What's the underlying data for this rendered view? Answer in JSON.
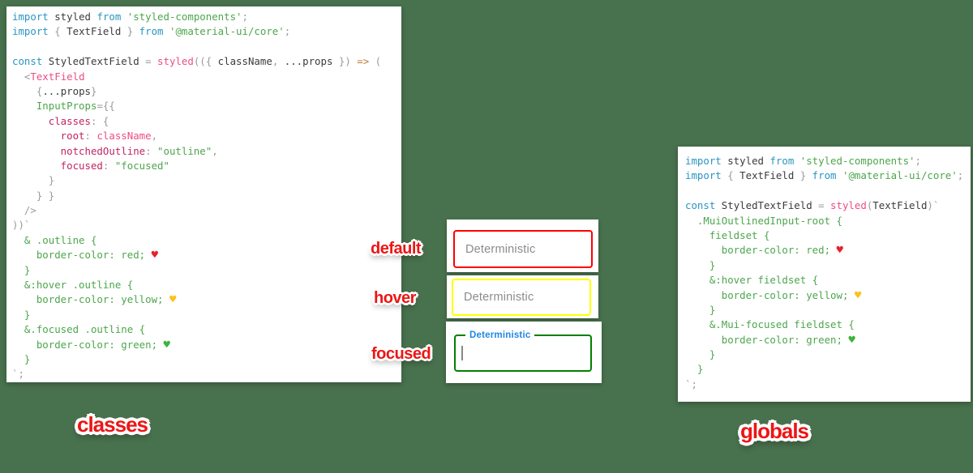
{
  "background_color": "#48714d",
  "panels": {
    "classes": {
      "caption": "classes",
      "lines": [
        [
          [
            "kw",
            "import"
          ],
          [
            "id",
            " styled"
          ],
          [
            "kw",
            " from"
          ],
          [
            "st",
            " 'styled-components'"
          ],
          [
            "pu",
            ";"
          ]
        ],
        [
          [
            "kw",
            "import"
          ],
          [
            "pu",
            " {"
          ],
          [
            "id",
            " TextField"
          ],
          [
            "pu",
            " }"
          ],
          [
            "kw",
            " from"
          ],
          [
            "st",
            " '@material-ui/core'"
          ],
          [
            "pu",
            ";"
          ]
        ],
        [],
        [
          [
            "kw",
            "const"
          ],
          [
            "id",
            " StyledTextField"
          ],
          [
            "pu",
            " ="
          ],
          [
            "fn",
            " styled"
          ],
          [
            "pu",
            "(({"
          ],
          [
            "id",
            " className"
          ],
          [
            "pu",
            ","
          ],
          [
            "id",
            " ...props"
          ],
          [
            "pu",
            " })"
          ],
          [
            "ar",
            " =>"
          ],
          [
            "pu",
            " ("
          ]
        ],
        [
          [
            "pu",
            "  <"
          ],
          [
            "fn",
            "TextField"
          ]
        ],
        [
          [
            "pu",
            "    {"
          ],
          [
            "id",
            "...props"
          ],
          [
            "pu",
            "}"
          ]
        ],
        [
          [
            "st",
            "    InputProps"
          ],
          [
            "pu",
            "={{"
          ]
        ],
        [
          [
            "pr",
            "      classes"
          ],
          [
            "pu",
            ": {"
          ]
        ],
        [
          [
            "pr",
            "        root"
          ],
          [
            "pu",
            ":"
          ],
          [
            "fn",
            " className"
          ],
          [
            "pu",
            ","
          ]
        ],
        [
          [
            "pr",
            "        notchedOutline"
          ],
          [
            "pu",
            ":"
          ],
          [
            "st",
            " \"outline\""
          ],
          [
            "pu",
            ","
          ]
        ],
        [
          [
            "pr",
            "        focused"
          ],
          [
            "pu",
            ":"
          ],
          [
            "st",
            " \"focused\""
          ]
        ],
        [
          [
            "pu",
            "      }"
          ]
        ],
        [
          [
            "pu",
            "    } }"
          ]
        ],
        [
          [
            "pu",
            "  />"
          ]
        ],
        [
          [
            "pu",
            "))`"
          ]
        ],
        [
          [
            "css",
            "  & .outline {"
          ]
        ],
        [
          [
            "css",
            "    border-color: red; "
          ],
          [
            "heart_red",
            "♥"
          ]
        ],
        [
          [
            "css",
            "  }"
          ]
        ],
        [
          [
            "css",
            "  &:hover .outline {"
          ]
        ],
        [
          [
            "css",
            "    border-color: yellow; "
          ],
          [
            "heart_yellow",
            "♥"
          ]
        ],
        [
          [
            "css",
            "  }"
          ]
        ],
        [
          [
            "css",
            "  &.focused .outline {"
          ]
        ],
        [
          [
            "css",
            "    border-color: green; "
          ],
          [
            "heart_green",
            "♥"
          ]
        ],
        [
          [
            "css",
            "  }"
          ]
        ],
        [
          [
            "pu",
            "`;"
          ]
        ]
      ]
    },
    "globals": {
      "caption": "globals",
      "lines": [
        [
          [
            "kw",
            "import"
          ],
          [
            "id",
            " styled"
          ],
          [
            "kw",
            " from"
          ],
          [
            "st",
            " 'styled-components'"
          ],
          [
            "pu",
            ";"
          ]
        ],
        [
          [
            "kw",
            "import"
          ],
          [
            "pu",
            " {"
          ],
          [
            "id",
            " TextField"
          ],
          [
            "pu",
            " }"
          ],
          [
            "kw",
            " from"
          ],
          [
            "st",
            " '@material-ui/core'"
          ],
          [
            "pu",
            ";"
          ]
        ],
        [],
        [
          [
            "kw",
            "const"
          ],
          [
            "id",
            " StyledTextField"
          ],
          [
            "pu",
            " ="
          ],
          [
            "fn",
            " styled"
          ],
          [
            "pu",
            "("
          ],
          [
            "id",
            "TextField"
          ],
          [
            "pu",
            ")`"
          ]
        ],
        [
          [
            "css",
            "  .MuiOutlinedInput-root {"
          ]
        ],
        [
          [
            "css",
            "    fieldset {"
          ]
        ],
        [
          [
            "css",
            "      border-color: red; "
          ],
          [
            "heart_red",
            "♥"
          ]
        ],
        [
          [
            "css",
            "    }"
          ]
        ],
        [
          [
            "css",
            "    &:hover fieldset {"
          ]
        ],
        [
          [
            "css",
            "      border-color: yellow; "
          ],
          [
            "heart_yellow",
            "♥"
          ]
        ],
        [
          [
            "css",
            "    }"
          ]
        ],
        [
          [
            "css",
            "    &.Mui-focused fieldset {"
          ]
        ],
        [
          [
            "css",
            "      border-color: green; "
          ],
          [
            "heart_green",
            "♥"
          ]
        ],
        [
          [
            "css",
            "    }"
          ]
        ],
        [
          [
            "css",
            "  }"
          ]
        ],
        [
          [
            "pu",
            "`;"
          ]
        ]
      ]
    }
  },
  "state_labels": {
    "default": "default",
    "hover": "hover",
    "focused": "focused"
  },
  "textfields": {
    "default": {
      "text": "Deterministic",
      "border_color": "#ff0000"
    },
    "hover": {
      "text": "Deterministic",
      "border_color": "#ffff00"
    },
    "focused": {
      "notch_label": "Deterministic",
      "border_color": "#008000",
      "caret_visible": true
    }
  },
  "syntax_colors": {
    "keyword": "#2a95c1",
    "identifier": "#3b3b3b",
    "punctuation": "#9b9b9b",
    "string": "#4da64d",
    "css_literal": "#4da64d",
    "property": "#c22462",
    "function": "#ec4d82",
    "arrow": "#bf7936",
    "heart_red": "#e8212e",
    "heart_yellow": "#fcc21b",
    "heart_green": "#3cb43c"
  },
  "annotation_colors": {
    "label_red": "#ed1515",
    "focused_label_blue": "#1e88e5",
    "placeholder_gray": "#8b8b8b"
  }
}
